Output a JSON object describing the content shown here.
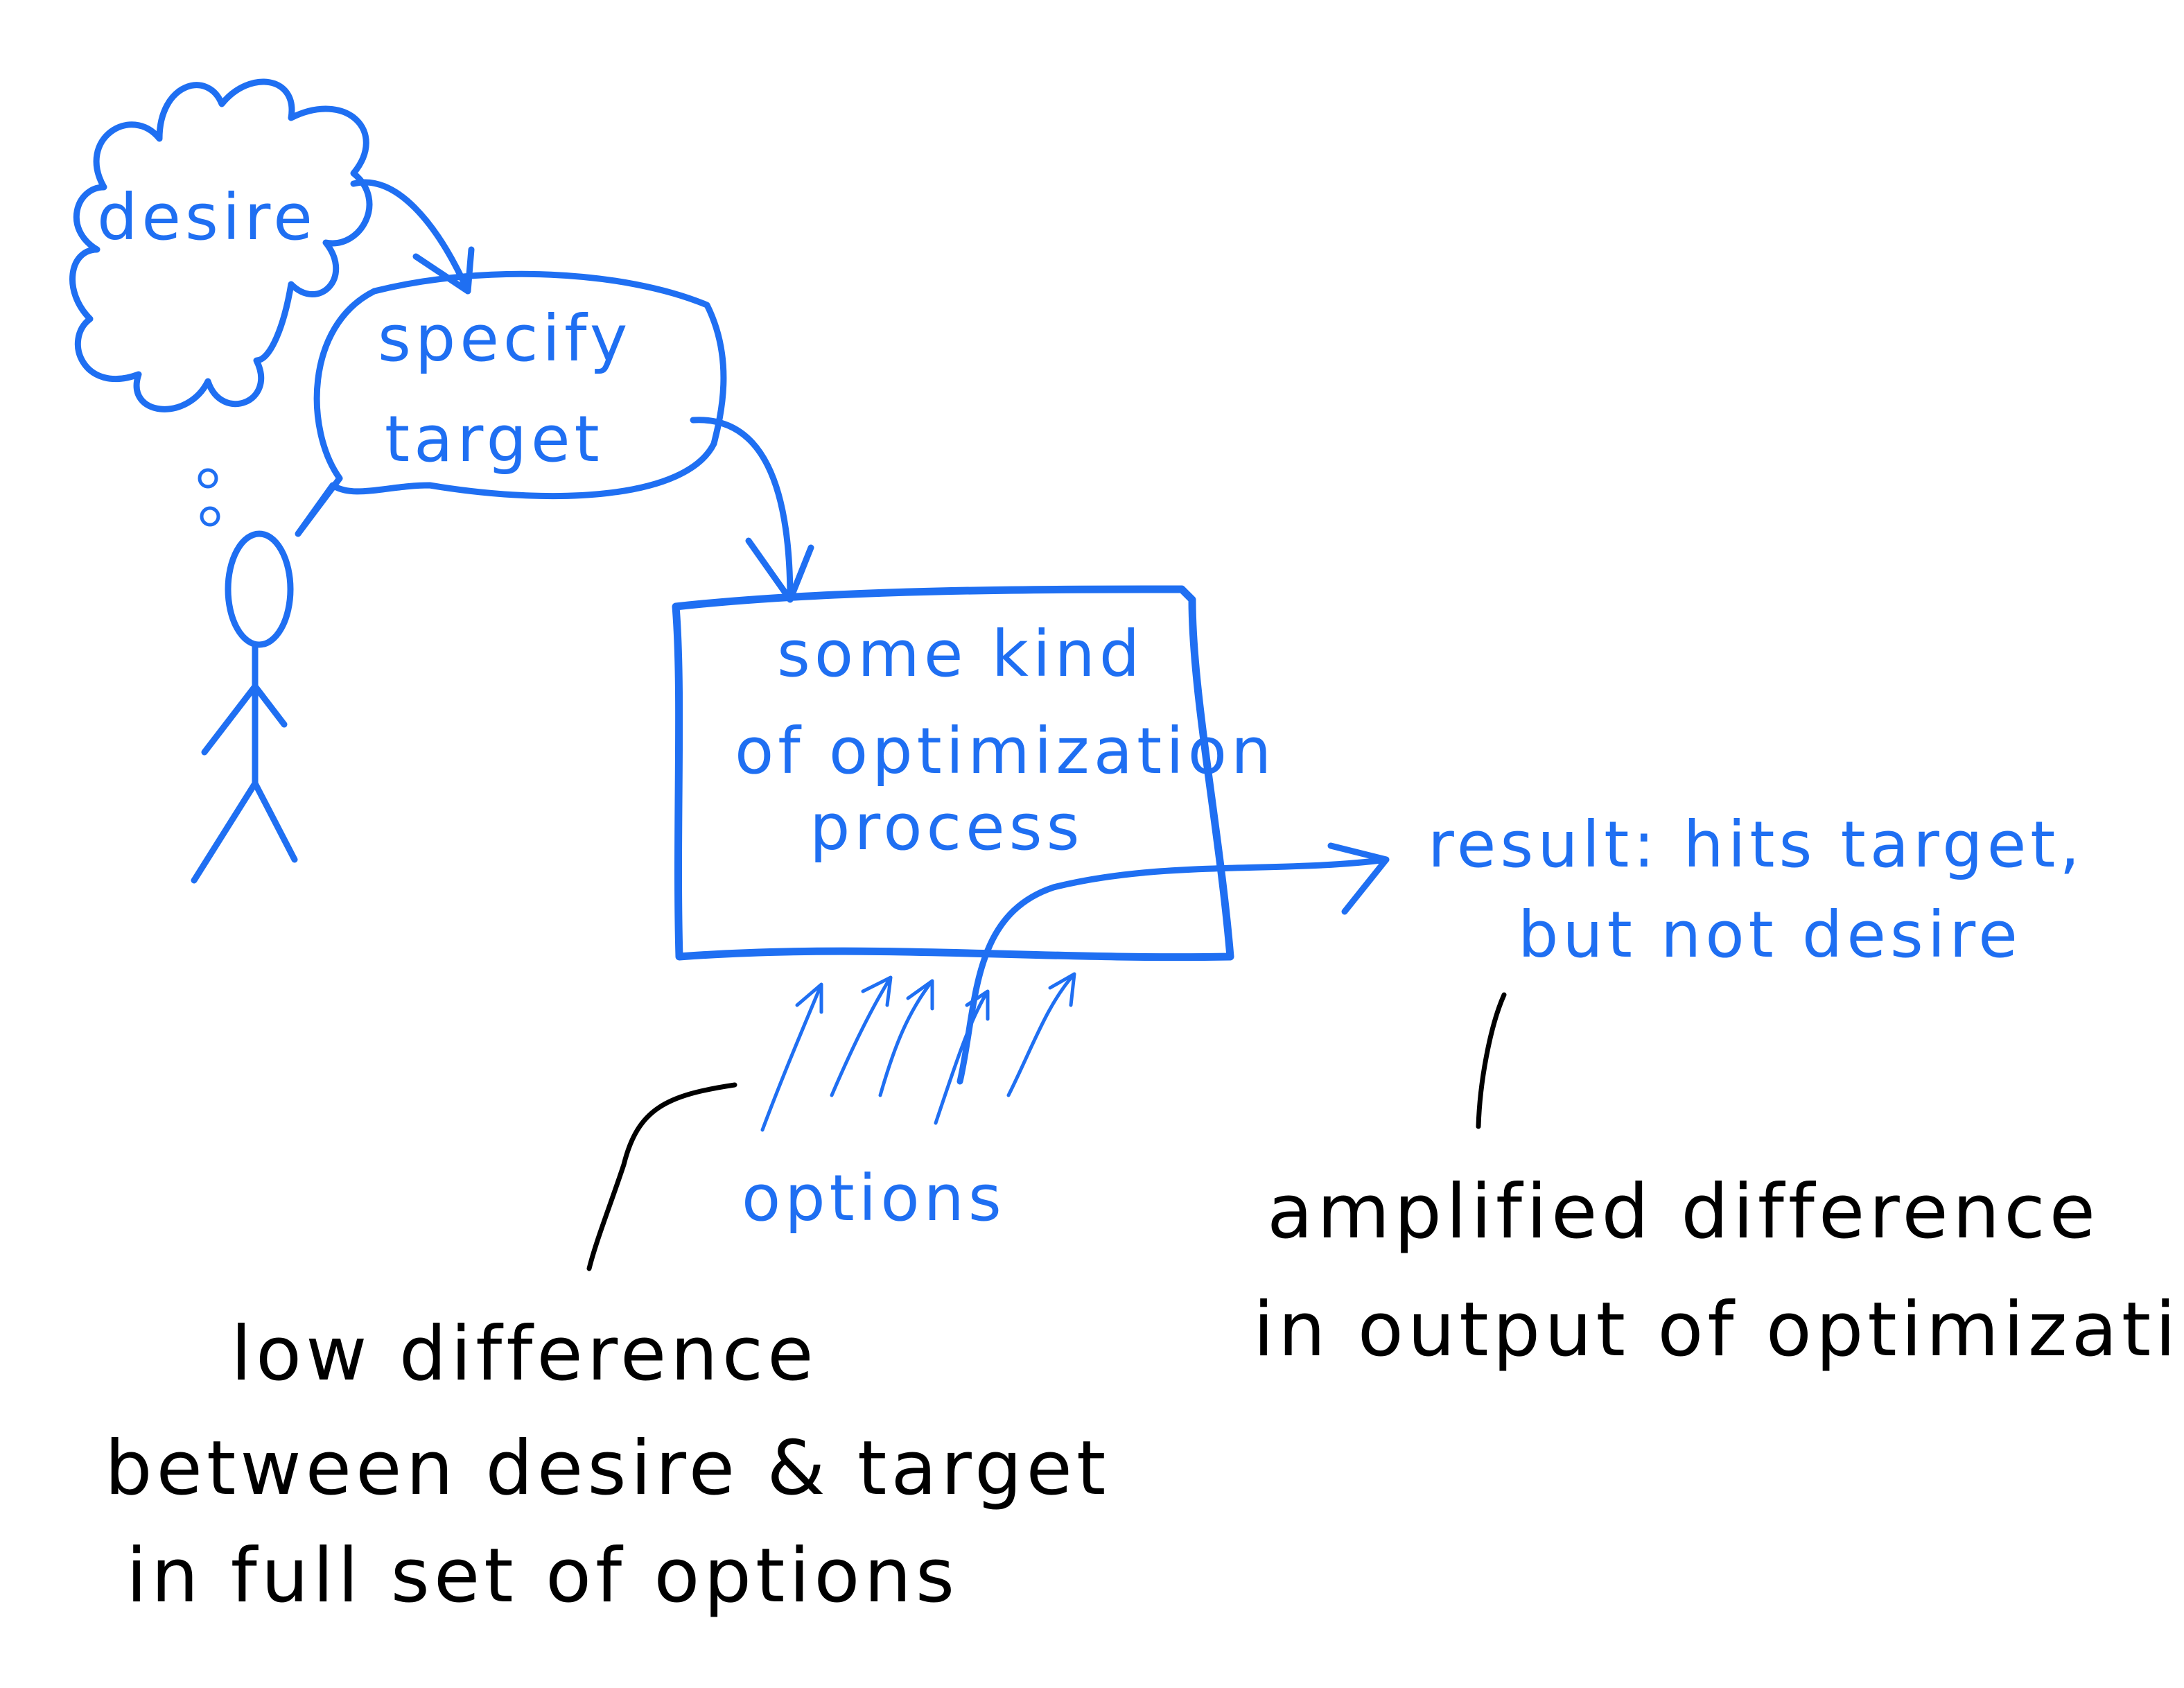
{
  "colors": {
    "ink_blue": "#1f6ff2",
    "ink_black": "#000000",
    "background": "#ffffff"
  },
  "thought_cloud": {
    "label": "desire"
  },
  "speech_bubble": {
    "line1": "specify",
    "line2": "target"
  },
  "process_box": {
    "line1": "some kind",
    "line2": "of optimization",
    "line3": "process"
  },
  "inputs": {
    "label": "options"
  },
  "result": {
    "line1": "result: hits target,",
    "line2": "but not desire"
  },
  "annotation_left": {
    "line1": "low difference",
    "line2": "between desire & target",
    "line3": "in full set of options"
  },
  "annotation_right": {
    "line1": "amplified difference",
    "line2": "in output of optimization"
  }
}
